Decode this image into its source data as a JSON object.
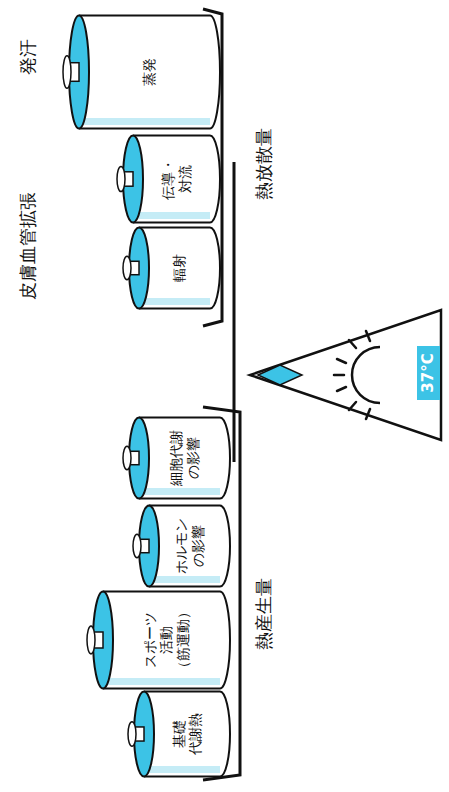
{
  "diagram": {
    "nodes": [
      {
        "text": [
          "基礎 代謝熱"
        ]
      },
      {
        "text": [
          "スポーツ 活動 （筋運動）"
        ]
      },
      {
        "text": [
          "ホルモン の影響"
        ]
      },
      {
        "text": [
          "細胞代謝 の影響"
        ]
      },
      {
        "text": [
          "37°C"
        ]
      },
      {
        "text": [
          "輻射"
        ]
      },
      {
        "text": [
          "伝導・ 対流"
        ]
      },
      {
        "text": [
          "蒸発"
        ]
      }
    ],
    "labels": [
      "熱産生量",
      "熱放散量",
      "皮膚血管拡張",
      "発汗"
    ]
  }
}
